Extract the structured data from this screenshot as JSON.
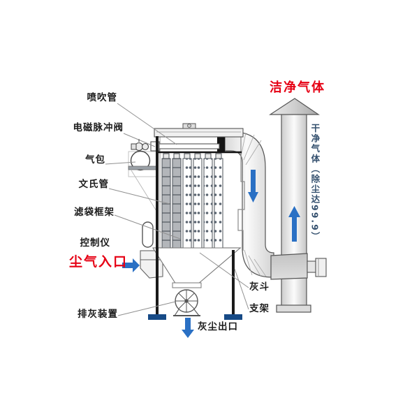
{
  "labels": {
    "blow_pipe": "喷吹管",
    "pulse_valve": "电磁脉冲阀",
    "air_bag": "气包",
    "venturi_tube": "文氏管",
    "bag_cage": "滤袋框架",
    "controller": "控制仪",
    "dust_inlet": "尘气入口",
    "ash_discharge": "排灰装置",
    "dust_outlet": "灰尘出口",
    "ash_hopper": "灰斗",
    "support_frame": "支架",
    "clean_gas": "洁净气体",
    "clean_gas_note": "干净气体（除尘达99.9）"
  },
  "colors": {
    "label_red": "#e60014",
    "label_black": "#1c1c1c",
    "note_blue": "#34506e",
    "arrow_blue": "#2a70c4",
    "foot_blue": "#174a86",
    "line_gray": "#555555"
  },
  "icons": {
    "inlet_arrow": "arrow-right",
    "outlet_arrow": "arrow-down",
    "duct_flow_arrow": "arrow-down",
    "stack_flow_arrow": "arrow-up"
  }
}
